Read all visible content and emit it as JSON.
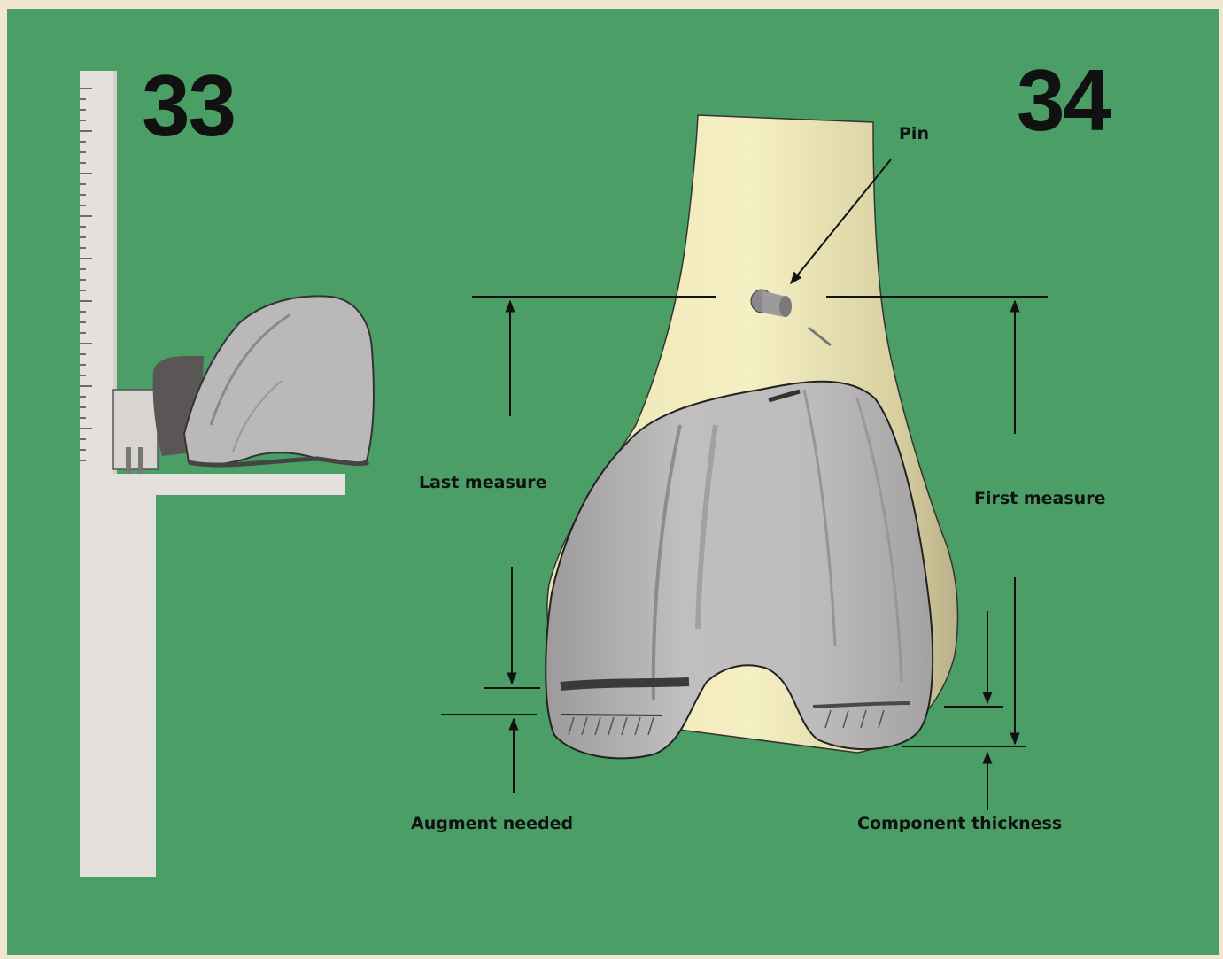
{
  "figures": [
    {
      "number": "33"
    },
    {
      "number": "34"
    }
  ],
  "labels": {
    "pin": "Pin",
    "last_measure": "Last measure",
    "first_measure": "First measure",
    "augment_needed": "Augment needed",
    "component_thickness": "Component thickness"
  },
  "colors": {
    "background": "#4a9e66",
    "bone": "#f2ecbc",
    "component": "#b8b6b6",
    "ruler": "#e4e0dc",
    "text": "#111111"
  }
}
